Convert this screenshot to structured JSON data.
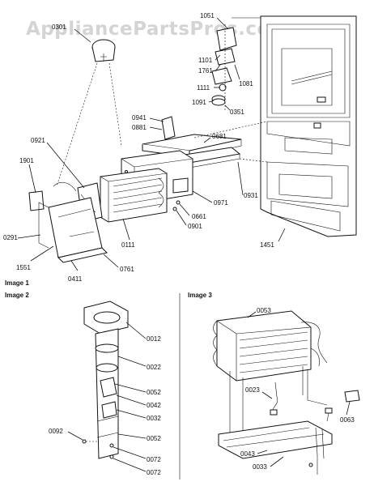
{
  "watermark": "AppliancePartsPros.com",
  "sections": {
    "image1": "Image 1",
    "image2": "Image 2",
    "image3": "Image 3"
  },
  "labels": {
    "p0301": "0301",
    "p1051": "1051",
    "p1101": "1101",
    "p1761": "1761",
    "p1081": "1081",
    "p1111": "1111",
    "p1091": "1091",
    "p0351": "0351",
    "p0941": "0941",
    "p0881": "0881",
    "p0681": "0681",
    "p0921": "0921",
    "p1901": "1901",
    "p0971": "0971",
    "p0931": "0931",
    "p0661": "0661",
    "p0901": "0901",
    "p0111": "0111",
    "p0291": "0291",
    "p1551": "1551",
    "p0411": "0411",
    "p0761": "0761",
    "p1451": "1451",
    "p0012": "0012",
    "p0022": "0022",
    "p0052a": "0052",
    "p0042": "0042",
    "p0032": "0032",
    "p0092": "0092",
    "p0052b": "0052",
    "p0072a": "0072",
    "p0072b": "0072",
    "p0053": "0053",
    "p0023": "0023",
    "p0063": "0063",
    "p0043": "0043",
    "p0033": "0033"
  }
}
